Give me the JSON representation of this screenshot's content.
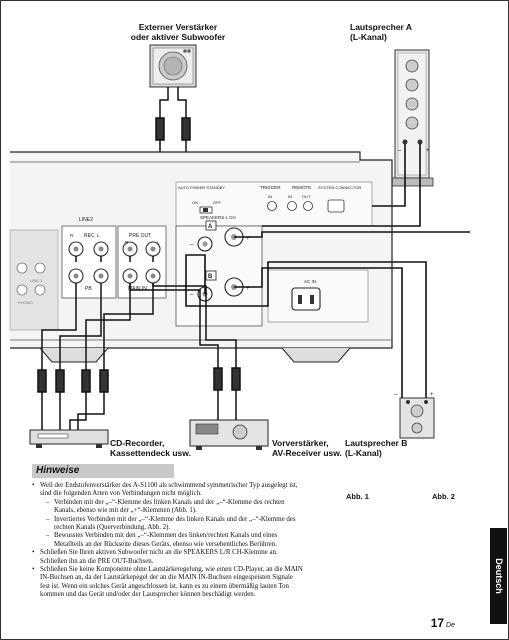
{
  "labels": {
    "amp_title_1": "Externer Verstärker",
    "amp_title_2": "oder aktiver Subwoofer",
    "speaker_a_1": "Lautsprecher A",
    "speaker_a_2": "(L-Kanal)",
    "speaker_b_1": "Lautsprecher B",
    "speaker_b_2": "(L-Kanal)",
    "cd_1": "CD-Recorder,",
    "cd_2": "Kassettendeck usw.",
    "pre_1": "Vorverstärker,",
    "pre_2": "AV-Receiver usw."
  },
  "panel": {
    "line2": "LINE2",
    "rec": "REC",
    "pre_out": "PRE OUT",
    "pb": "PB",
    "main_in": "MAIN IN",
    "auto_power": "AUTO POWER STANDBY",
    "on": "ON",
    "off": "OFF",
    "trigger": "TRIGGER",
    "remote": "REMOTE",
    "system_connector": "SYSTEM CONNECTOR",
    "in": "IN",
    "out": "OUT",
    "speakers": "SPEAKERS L CH",
    "a": "A",
    "b": "B",
    "ac_in": "AC IN",
    "line1": "LINE 1",
    "phono": "PHONO",
    "l": "L",
    "r": "R",
    "plus": "+",
    "minus": "–"
  },
  "hinweise": {
    "title": "Hinweise",
    "b1": "Weil der Endstufenverstärker des A-S1100 als schwimmend symmetrischer Typ ausgelegt ist, sind die folgenden Arten von Verbindungen nicht möglich.",
    "s1": "Verbinden mit der „–“-Klemme des linken Kanals und der „–“-Klemme des rechten Kanals, ebenso wie mit der „+“-Klemmen (Abb. 1).",
    "s2": "Invertiertes Verbinden mit der „–“-Klemme des linken Kanals und der „–“-Klemme des rechten Kanals (Querverbindung, Abb. 2).",
    "s3": "Bewusstes Verbinden mit den „–“-Klemmen des linken/rechten Kanals und eines Metallteils an der Rückseite dieses Geräts, ebenso wie versehentliches Berühren.",
    "b2": "Schließen Sie Ihren aktiven Subwoofer nicht an die SPEAKERS L/R CH-Klemme an. Schließen ihn an die PRE OUT-Buchsen.",
    "b3": "Schließen Sie keine Komponente ohne Lautstärkeregelung, wie einen CD-Player, an die MAIN IN-Buchsen an, da der Lautstärkepegel der an die MAIN IN-Buchsen eingespeisten Signale fest ist.  Wenn ein solches Gerät angeschlossen ist, kann es zu einem übermäßig lauten Ton kommen und das Gerät und/oder der Lautsprecher können beschädigt werden."
  },
  "figures": {
    "abb1": "Abb. 1",
    "abb2": "Abb. 2",
    "fig_l": "Ⓛ",
    "fig_r": "Ⓡ"
  },
  "side_tab": "Deutsch",
  "page": {
    "number": "17",
    "lang": "De"
  }
}
